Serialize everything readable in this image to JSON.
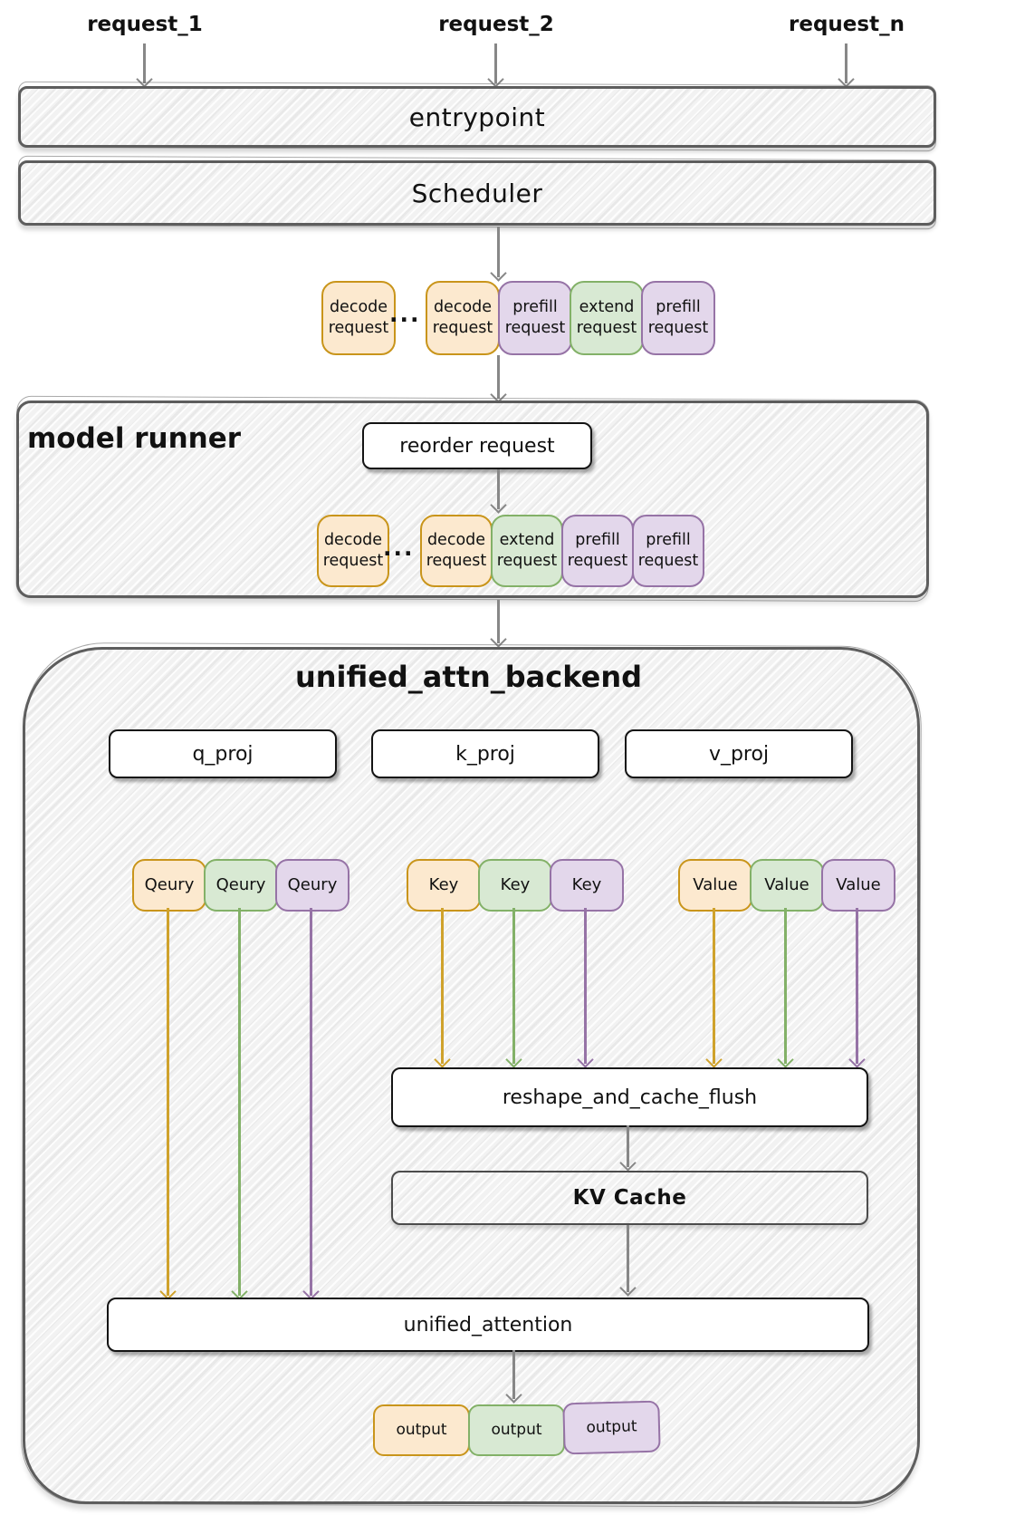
{
  "top_requests": [
    {
      "label": "request_1"
    },
    {
      "label": "request_2"
    },
    {
      "label": "request_n"
    }
  ],
  "pipeline": {
    "entrypoint_label": "entrypoint",
    "scheduler_label": "Scheduler"
  },
  "scheduler_queue": {
    "ellipsis": "...",
    "items": [
      {
        "line1": "decode",
        "line2": "request",
        "color": "orange"
      },
      {
        "line1": "decode",
        "line2": "request",
        "color": "orange"
      },
      {
        "line1": "prefill",
        "line2": "request",
        "color": "purple"
      },
      {
        "line1": "extend",
        "line2": "request",
        "color": "green"
      },
      {
        "line1": "prefill",
        "line2": "request",
        "color": "purple"
      }
    ]
  },
  "model_runner": {
    "title": "model runner",
    "reorder_label": "reorder request",
    "queue": {
      "ellipsis": "...",
      "items": [
        {
          "line1": "decode",
          "line2": "request",
          "color": "orange"
        },
        {
          "line1": "decode",
          "line2": "request",
          "color": "orange"
        },
        {
          "line1": "extend",
          "line2": "request",
          "color": "green"
        },
        {
          "line1": "prefill",
          "line2": "request",
          "color": "purple"
        },
        {
          "line1": "prefill",
          "line2": "request",
          "color": "purple"
        }
      ]
    }
  },
  "attn_backend": {
    "title": "unified_attn_backend",
    "proj_boxes": [
      {
        "label": "q_proj"
      },
      {
        "label": "k_proj"
      },
      {
        "label": "v_proj"
      }
    ],
    "query_tokens": [
      {
        "label": "Qeury",
        "color": "orange"
      },
      {
        "label": "Qeury",
        "color": "green"
      },
      {
        "label": "Qeury",
        "color": "purple"
      }
    ],
    "key_tokens": [
      {
        "label": "Key",
        "color": "orange"
      },
      {
        "label": "Key",
        "color": "green"
      },
      {
        "label": "Key",
        "color": "purple"
      }
    ],
    "value_tokens": [
      {
        "label": "Value",
        "color": "orange"
      },
      {
        "label": "Value",
        "color": "green"
      },
      {
        "label": "Value",
        "color": "purple"
      }
    ],
    "reshape_label": "reshape_and_cache_flush",
    "kv_cache_label": "KV Cache",
    "unified_attention_label": "unified_attention",
    "outputs": [
      {
        "label": "output",
        "color": "orange"
      },
      {
        "label": "output",
        "color": "green"
      },
      {
        "label": "output",
        "color": "purple"
      }
    ]
  },
  "colors": {
    "orange_fill": "#FCE9CF",
    "orange_border": "#C9951B",
    "green_fill": "#D8E9D3",
    "green_border": "#83B168",
    "purple_fill": "#E3D7EB",
    "purple_border": "#9673A6",
    "arrow_gray": "#878787",
    "container_border": "#5D5D5D",
    "container_fill": "#F2F2F2"
  }
}
